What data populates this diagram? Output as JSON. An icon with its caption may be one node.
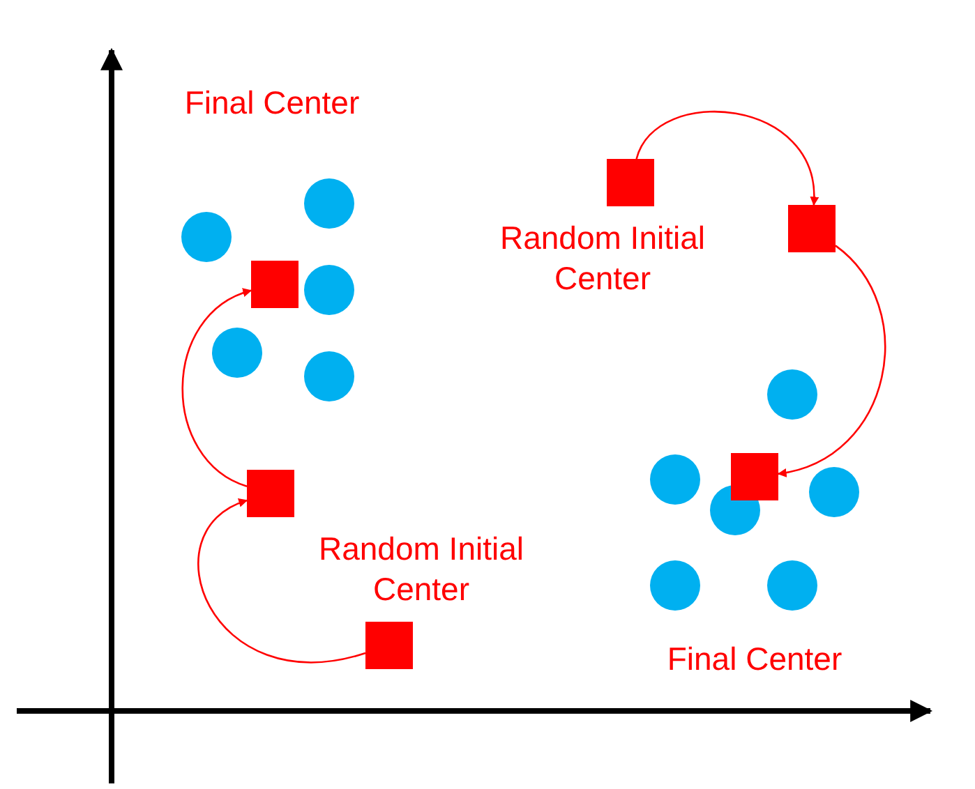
{
  "diagram": {
    "nodes": [
      {
        "text": [],
        "shape": "box"
      },
      {
        "text": [],
        "shape": "box"
      },
      {
        "text": [],
        "shape": "box"
      },
      {
        "text": [],
        "shape": "box"
      },
      {
        "text": [],
        "shape": "box"
      },
      {
        "text": [],
        "shape": "box"
      },
      {
        "text": [],
        "shape": "circle"
      },
      {
        "text": [],
        "shape": "circle"
      },
      {
        "text": [],
        "shape": "circle"
      },
      {
        "text": [],
        "shape": "circle"
      },
      {
        "text": [],
        "shape": "circle"
      },
      {
        "text": [],
        "shape": "circle"
      },
      {
        "text": [],
        "shape": "circle"
      },
      {
        "text": [],
        "shape": "circle"
      },
      {
        "text": [],
        "shape": "circle"
      },
      {
        "text": [],
        "shape": "circle"
      },
      {
        "text": [],
        "shape": "circle"
      }
    ],
    "edges": [
      {
        "from": 0,
        "to": 1,
        "arrow": "to"
      },
      {
        "from": 1,
        "to": 2,
        "arrow": "to"
      },
      {
        "from": 3,
        "to": 4,
        "arrow": "to"
      },
      {
        "from": 4,
        "to": 5,
        "arrow": "to"
      }
    ],
    "labels": [
      "Final Center",
      "Random Initial Center",
      "Random Initial Center",
      "Final Center"
    ]
  }
}
